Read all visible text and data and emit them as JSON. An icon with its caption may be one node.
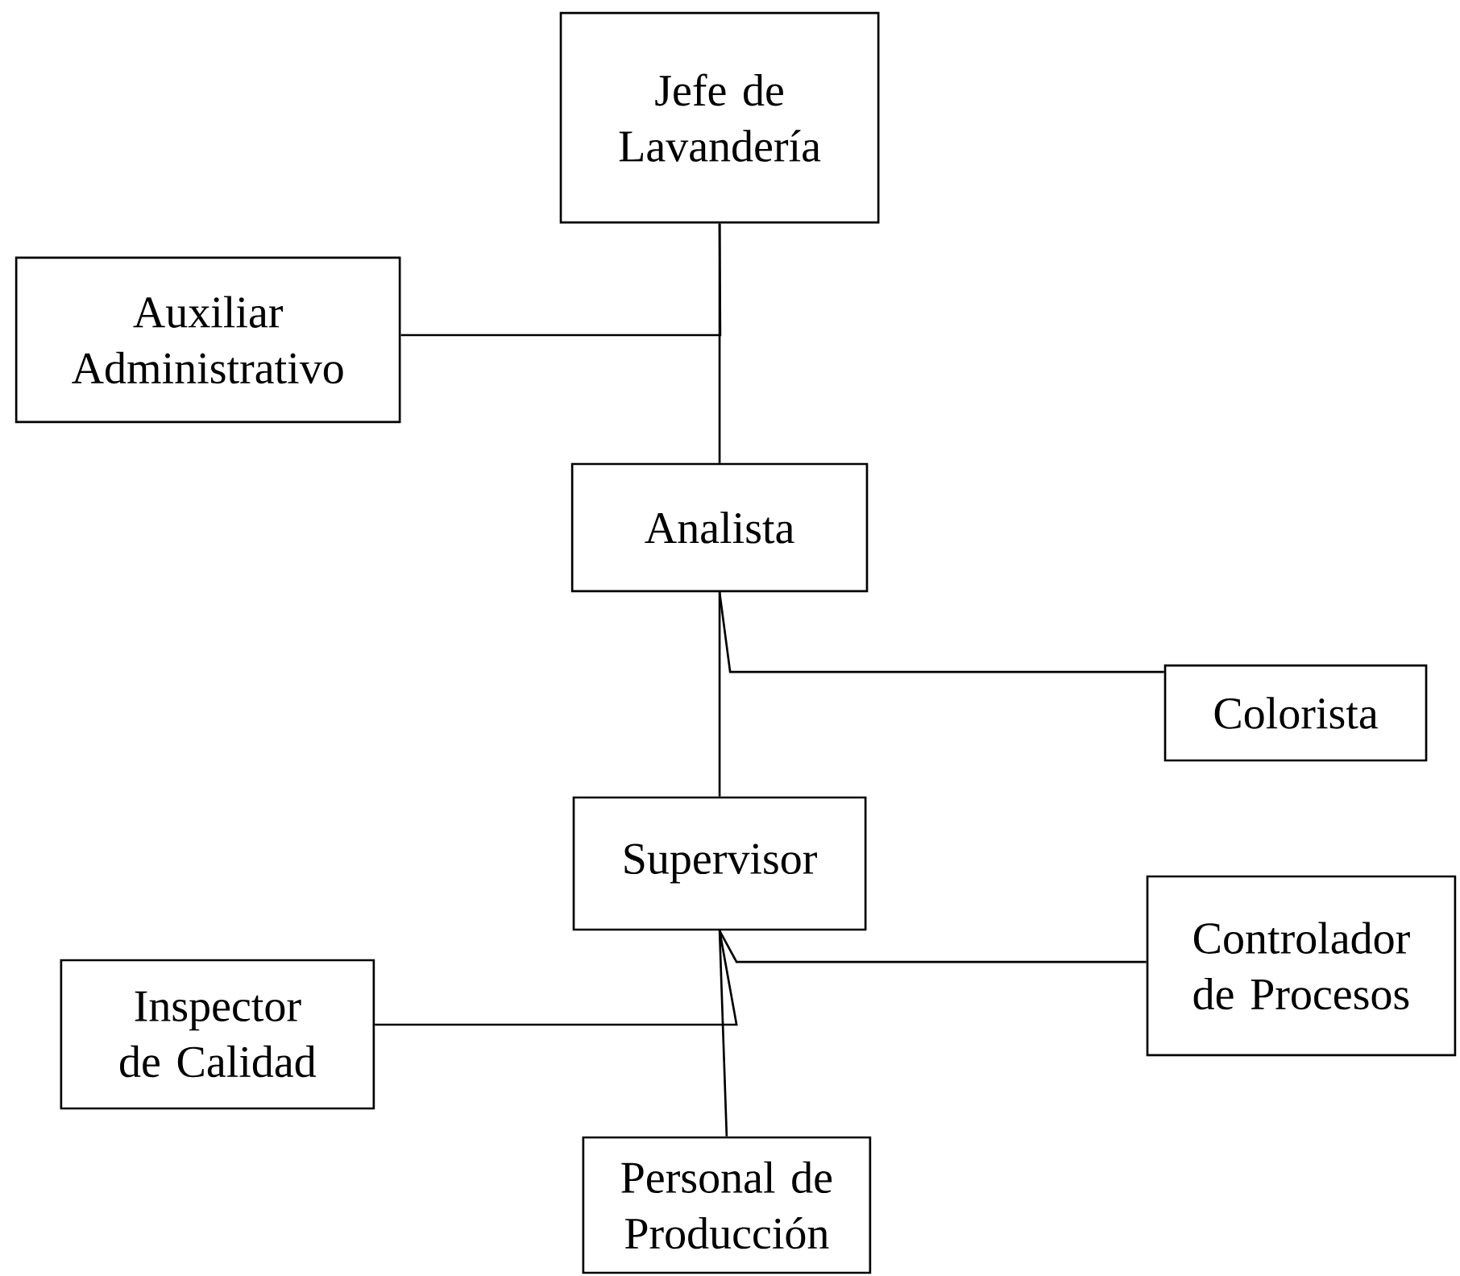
{
  "diagram": {
    "nodes": [
      {
        "text": [
          "Jefe de Lavandería"
        ]
      },
      {
        "text": [
          "Auxiliar Administrativo"
        ]
      },
      {
        "text": [
          "Analista"
        ]
      },
      {
        "text": [
          "Colorista"
        ]
      },
      {
        "text": [
          "Supervisor"
        ]
      },
      {
        "text": [
          "Controlador de Procesos"
        ]
      },
      {
        "text": [
          "Inspector de Calidad"
        ]
      },
      {
        "text": [
          "Personal de Producción"
        ]
      }
    ],
    "edges": [
      {
        "from": 0,
        "to": 2,
        "arrow": "none"
      },
      {
        "from": 0,
        "to": 1,
        "arrow": "none"
      },
      {
        "from": 2,
        "to": 4,
        "arrow": "none"
      },
      {
        "from": 2,
        "to": 3,
        "arrow": "none"
      },
      {
        "from": 4,
        "to": 7,
        "arrow": "none"
      },
      {
        "from": 4,
        "to": 5,
        "arrow": "none"
      },
      {
        "from": 4,
        "to": 6,
        "arrow": "none"
      }
    ]
  }
}
